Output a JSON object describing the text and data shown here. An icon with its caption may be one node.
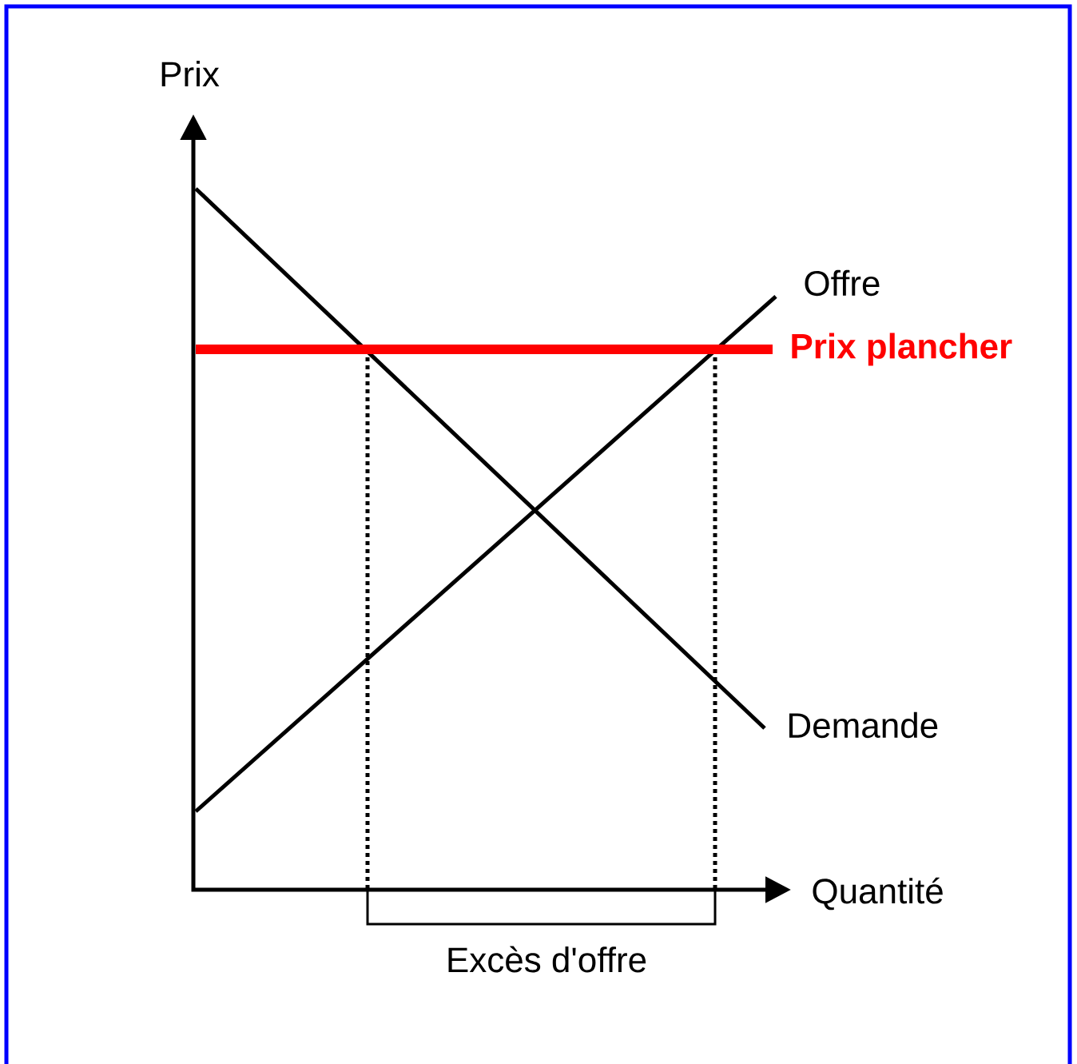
{
  "diagram": {
    "labels": [
      "Prix",
      "Offre",
      "Prix plancher",
      "Demande",
      "Quantité",
      "Excès d'offre"
    ]
  }
}
